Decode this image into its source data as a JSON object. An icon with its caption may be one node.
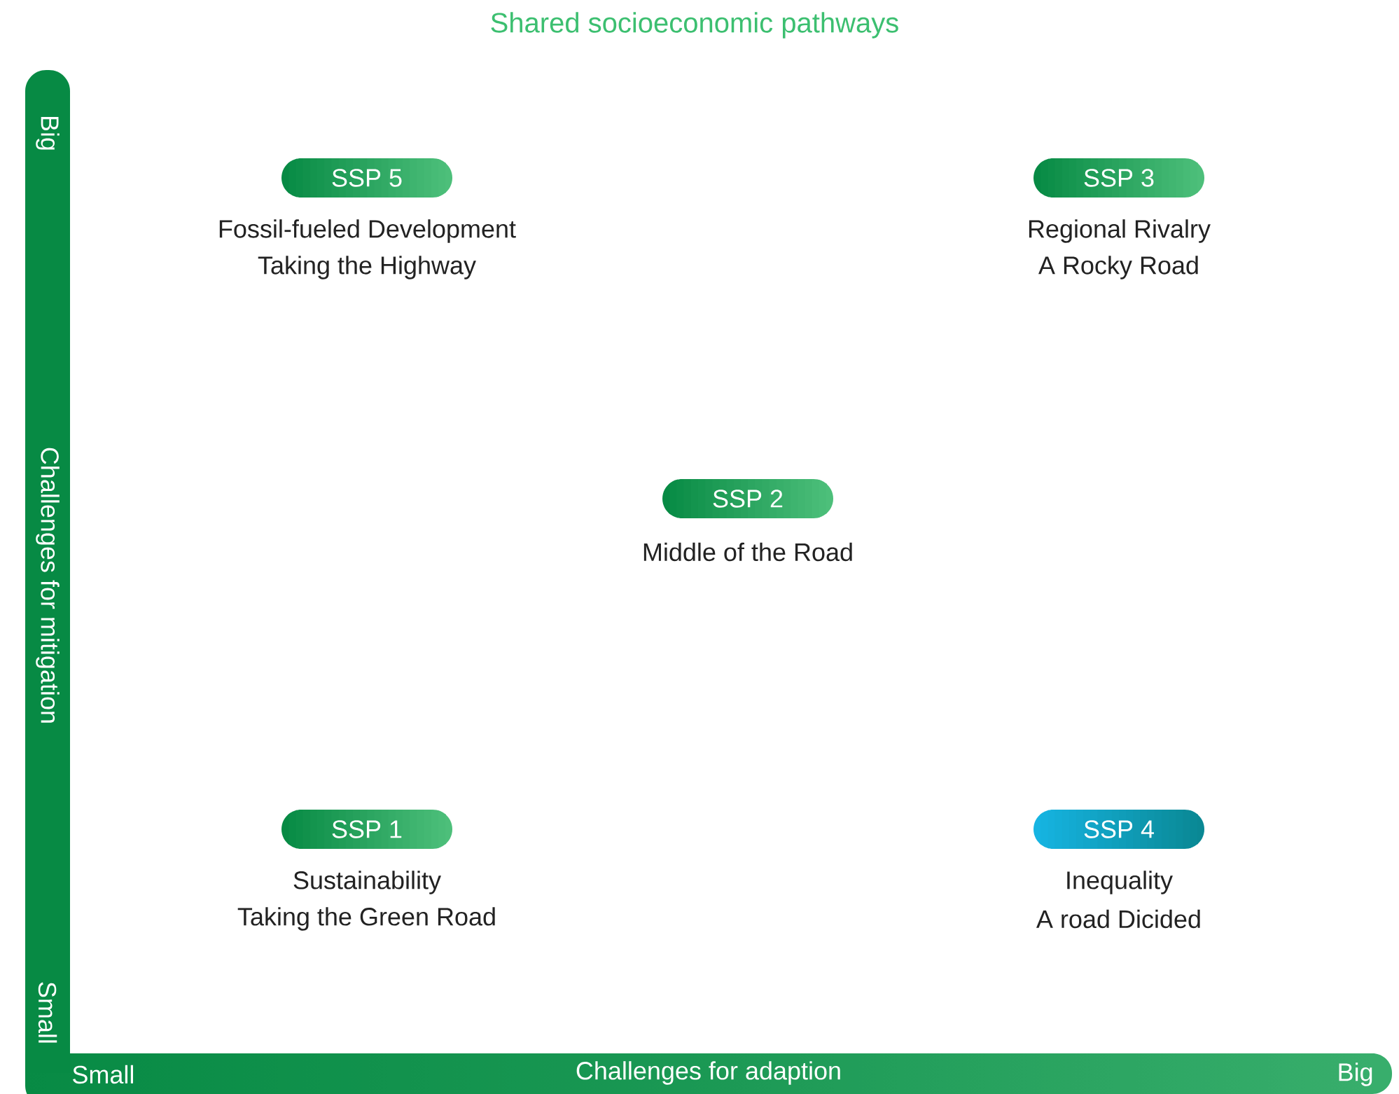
{
  "diagram": {
    "title": "Shared socioeconomic pathways",
    "nodes": [
      {
        "text": [
          "SSP 5"
        ],
        "beside": [
          "Fossil-fueled Development",
          "Taking the Highway"
        ]
      },
      {
        "text": [
          "SSP 3"
        ],
        "beside": [
          "Regional Rivalry",
          "A Rocky Road"
        ]
      },
      {
        "text": [
          "SSP 2"
        ],
        "beside": [
          "Middle of the Road"
        ]
      },
      {
        "text": [
          "SSP 1"
        ],
        "beside": [
          "Sustainability",
          "Taking the Green Road"
        ]
      },
      {
        "text": [
          "SSP 4"
        ],
        "beside": [
          "Inequality",
          "A road Dicided"
        ]
      }
    ],
    "labels": [
      "Big",
      "Challenges for mitigation",
      "Small",
      "Small",
      "Challenges for adaption",
      "Big"
    ]
  }
}
